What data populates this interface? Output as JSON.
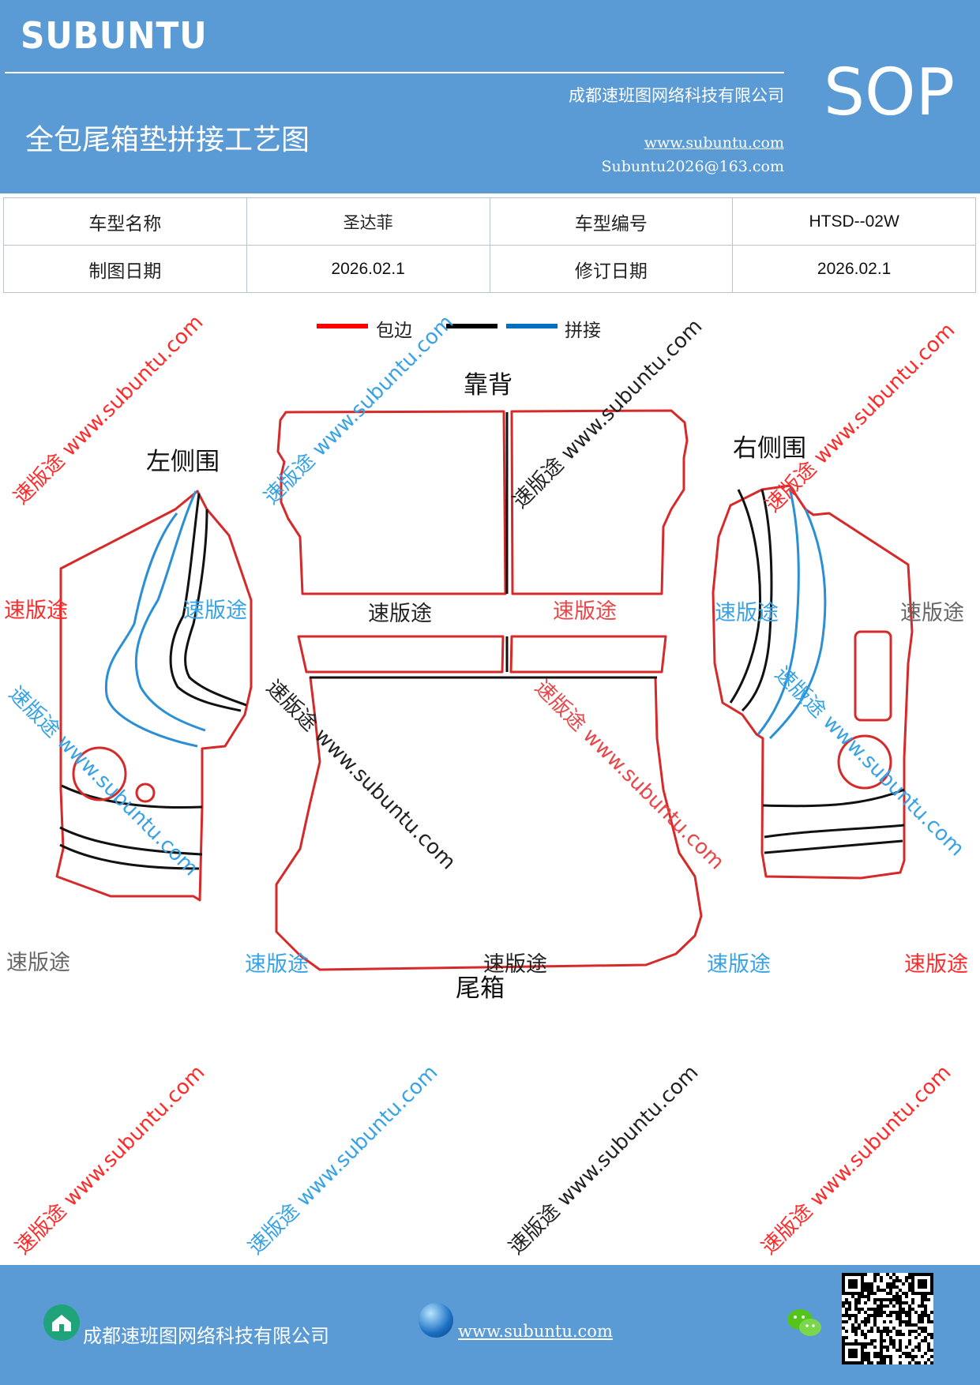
{
  "header": {
    "brand": "SUBUNTU",
    "company": "成都速班图网络科技有限公司",
    "title": "全包尾箱垫拼接工艺图",
    "url": "www.subuntu.com",
    "email": "Subuntu2026@163.com",
    "tag": "SOP"
  },
  "info": {
    "model_name_label": "车型名称",
    "model_name_value": "圣达菲",
    "model_code_label": "车型编号",
    "model_code_value": "HTSD--02W",
    "draw_date_label": "制图日期",
    "draw_date_value": "2026.02.1",
    "revise_date_label": "修订日期",
    "revise_date_value": "2026.02.1"
  },
  "legend": {
    "items": [
      {
        "label": "包边",
        "color": "#ff0000"
      },
      {
        "label": "",
        "color": "#000000"
      },
      {
        "label": "拼接",
        "color": "#0070c0"
      }
    ]
  },
  "diagram": {
    "labels": {
      "back": "靠背",
      "left_side": "左侧围",
      "right_side": "右侧围",
      "trunk": "尾箱"
    },
    "watermark_text": "速版途",
    "watermark_url": "速版途 www.subuntu.com",
    "colors": {
      "edge": "#d62a2a",
      "splice_black": "#111111",
      "splice_blue": "#2a8fd6",
      "wm_red": "#ff2a2a",
      "wm_blue": "#37a2e6",
      "wm_gray": "#666666",
      "wm_black": "#222222",
      "wm_pink": "#e8474a"
    }
  },
  "footer": {
    "company": "成都速班图网络科技有限公司",
    "url": "www.subuntu.com",
    "icons": [
      "house-icon",
      "globe-icon",
      "wechat-icon",
      "qr-code"
    ]
  }
}
